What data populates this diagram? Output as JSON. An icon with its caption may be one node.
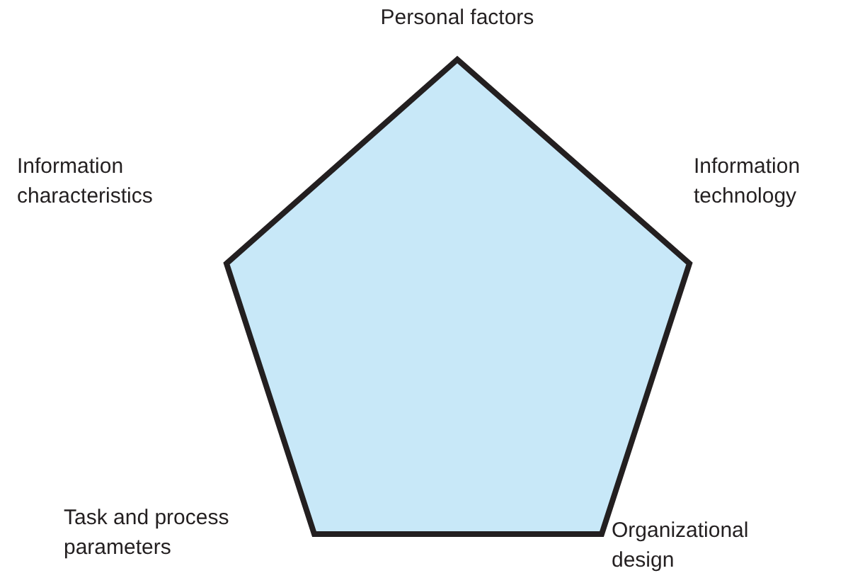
{
  "diagram": {
    "labels": [
      "Personal factors",
      "Information characteristics",
      "Information technology",
      "Task and process parameters",
      "Organizational design"
    ]
  }
}
